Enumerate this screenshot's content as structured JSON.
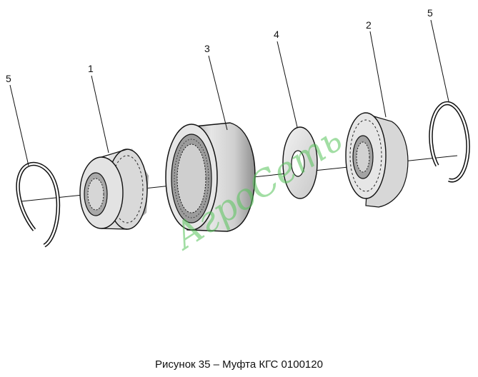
{
  "figure": {
    "caption": "Рисунок 35 – Муфта КГС 0100120",
    "callouts": [
      "5",
      "1",
      "3",
      "4",
      "2",
      "5"
    ],
    "watermark": "АгроСеть"
  },
  "colors": {
    "line": "#111111",
    "watermark": "#56c25a",
    "shade": "#d4d4d4",
    "shade_dark": "#9a9a9a"
  }
}
